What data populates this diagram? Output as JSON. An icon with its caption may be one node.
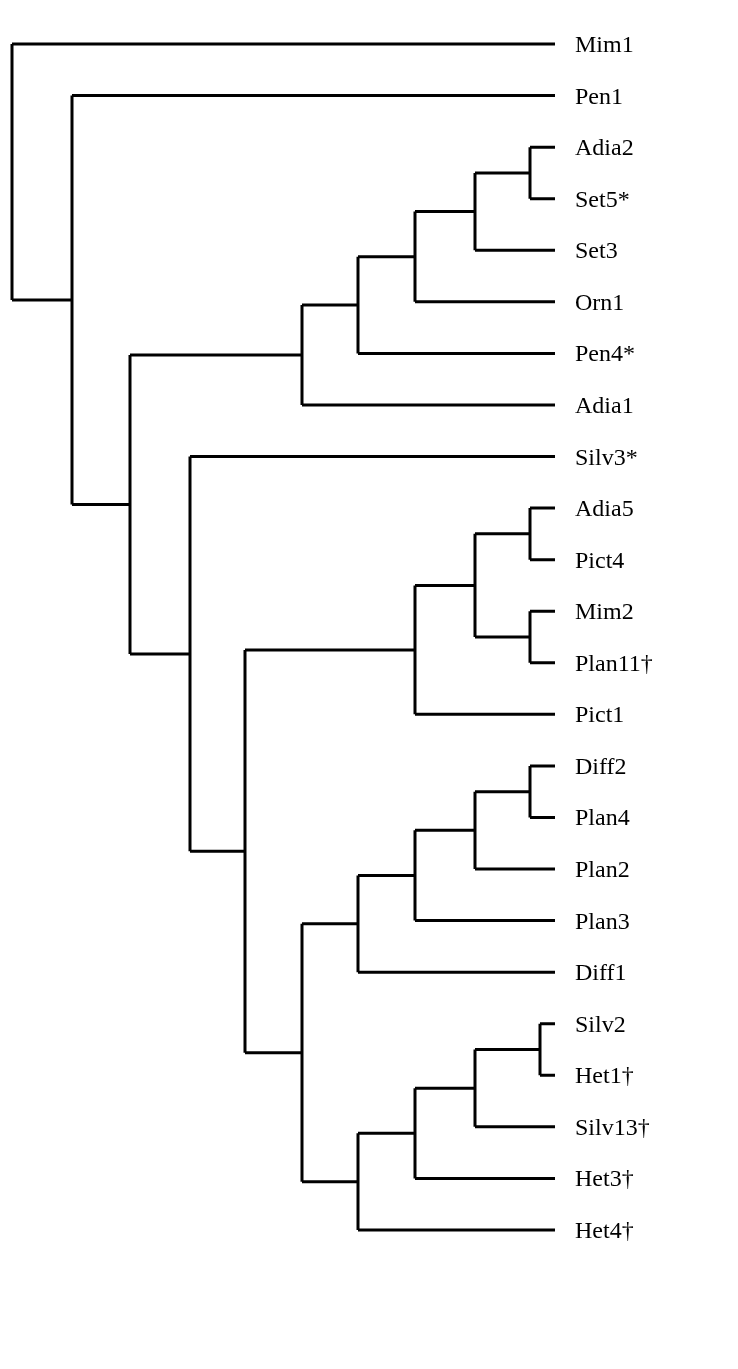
{
  "diagram": {
    "labels": [
      "Mim1",
      "Pen1",
      "Adia2",
      "Set5*",
      "Set3",
      "Orn1",
      "Pen4*",
      "Adia1",
      "Silv3*",
      "Adia5",
      "Pict4",
      "Mim2",
      "Plan11†",
      "Pict1",
      "Diff2",
      "Plan4",
      "Plan2",
      "Plan3",
      "Diff1",
      "Silv2",
      "Het1†",
      "Silv13†",
      "Het3†",
      "Het4†"
    ]
  }
}
